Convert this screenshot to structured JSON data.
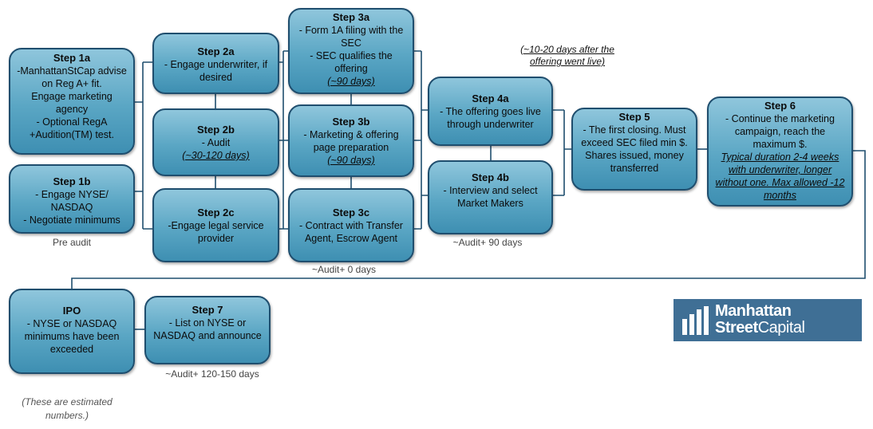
{
  "steps": {
    "s1a": {
      "title": "Step 1a",
      "lines": [
        "-ManhattanStCap advise on Reg A+ fit.",
        "Engage marketing agency",
        "- Optional RegA +Audition(TM) test."
      ]
    },
    "s1b": {
      "title": "Step 1b",
      "lines": [
        "- Engage NYSE/ NASDAQ",
        "- Negotiate minimums"
      ]
    },
    "s2a": {
      "title": "Step 2a",
      "lines": [
        "- Engage underwriter, if desired"
      ]
    },
    "s2b": {
      "title": "Step 2b",
      "lines": [
        "- Audit"
      ],
      "note": "(~30-120 days)"
    },
    "s2c": {
      "title": "Step 2c",
      "lines": [
        "-Engage legal service provider"
      ]
    },
    "s3a": {
      "title": "Step 3a",
      "lines": [
        "- Form 1A filing with the SEC",
        "- SEC qualifies the offering"
      ],
      "note": "(~90 days)"
    },
    "s3b": {
      "title": "Step 3b",
      "lines": [
        "- Marketing & offering page preparation"
      ],
      "note": "(~90 days)"
    },
    "s3c": {
      "title": "Step 3c",
      "lines": [
        "- Contract with Transfer Agent, Escrow Agent"
      ]
    },
    "s4a": {
      "title": "Step 4a",
      "lines": [
        "- The offering goes live through underwriter"
      ]
    },
    "s4b": {
      "title": "Step 4b",
      "lines": [
        "- Interview and select Market Makers"
      ]
    },
    "s5": {
      "title": "Step 5",
      "lines": [
        "- The first closing. Must exceed SEC filed min $.",
        "Shares issued, money transferred"
      ]
    },
    "s6": {
      "title": "Step 6",
      "lines": [
        "- Continue the marketing campaign, reach the maximum $."
      ],
      "note": "Typical duration 2-4 weeks with underwriter, longer without one. Max allowed -12 months"
    },
    "ipo": {
      "title": "IPO",
      "lines": [
        "- NYSE or NASDAQ minimums have been exceeded"
      ]
    },
    "s7": {
      "title": "Step 7",
      "lines": [
        "- List on NYSE or NASDAQ and announce"
      ]
    }
  },
  "captions": {
    "pre_audit": "Pre audit",
    "audit_0": "~Audit+ 0 days",
    "audit_90": "~Audit+ 90 days",
    "audit_120": "~Audit+ 120-150 days"
  },
  "annotation_live": "(~10-20 days after the offering went live)",
  "footnote": "(These are estimated numbers.)",
  "logo": {
    "line1": "Manhattan",
    "line2a": "Street",
    "line2b": "Capital"
  },
  "colors": {
    "box_border": "#1f4e6e",
    "box_fill": "#5aa6c4",
    "connector": "#1f4e6e",
    "logo_bg": "#3f6f95"
  }
}
